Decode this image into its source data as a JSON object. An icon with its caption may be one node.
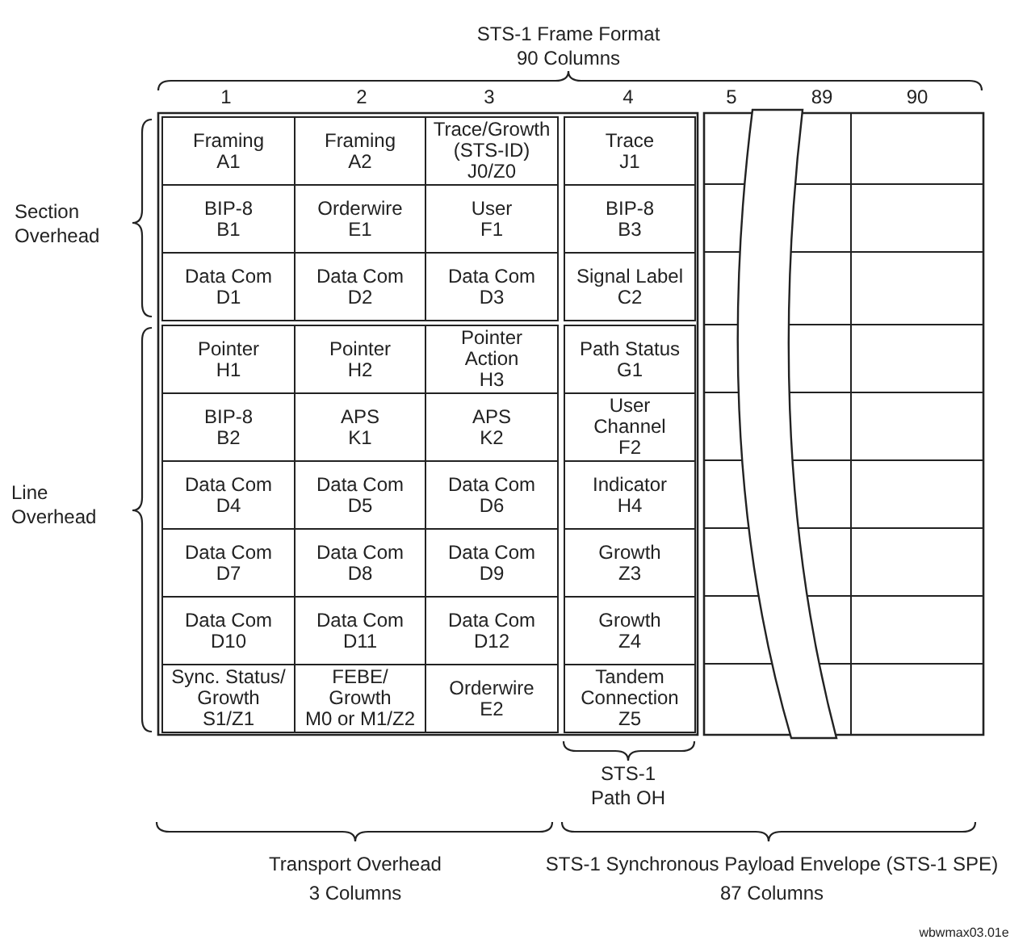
{
  "diagram": {
    "nodes": [
      {
        "text": [
          "Framing",
          "A1"
        ]
      },
      {
        "text": [
          "Framing",
          "A2"
        ]
      },
      {
        "text": [
          "Trace/Growth (STS-ID)",
          "J0/Z0"
        ]
      },
      {
        "text": [
          "Trace",
          "J1"
        ]
      },
      {
        "text": [
          "BIP-8",
          "B1"
        ]
      },
      {
        "text": [
          "Orderwire",
          "E1"
        ]
      },
      {
        "text": [
          "User",
          "F1"
        ]
      },
      {
        "text": [
          "BIP-8",
          "B3"
        ]
      },
      {
        "text": [
          "Data Com",
          "D1"
        ]
      },
      {
        "text": [
          "Data Com",
          "D2"
        ]
      },
      {
        "text": [
          "Data Com",
          "D3"
        ]
      },
      {
        "text": [
          "Signal Label",
          "C2"
        ]
      },
      {
        "text": [
          "Pointer",
          "H1"
        ]
      },
      {
        "text": [
          "Pointer",
          "H2"
        ]
      },
      {
        "text": [
          "Pointer Action",
          "H3"
        ]
      },
      {
        "text": [
          "Path Status",
          "G1"
        ]
      },
      {
        "text": [
          "BIP-8",
          "B2"
        ]
      },
      {
        "text": [
          "APS",
          "K1"
        ]
      },
      {
        "text": [
          "APS",
          "K2"
        ]
      },
      {
        "text": [
          "User Channel",
          "F2"
        ]
      },
      {
        "text": [
          "Data Com",
          "D4"
        ]
      },
      {
        "text": [
          "Data Com",
          "D5"
        ]
      },
      {
        "text": [
          "Data Com",
          "D6"
        ]
      },
      {
        "text": [
          "Indicator",
          "H4"
        ]
      },
      {
        "text": [
          "Data Com",
          "D7"
        ]
      },
      {
        "text": [
          "Data Com",
          "D8"
        ]
      },
      {
        "text": [
          "Data Com",
          "D9"
        ]
      },
      {
        "text": [
          "Growth",
          "Z3"
        ]
      },
      {
        "text": [
          "Data Com",
          "D10"
        ]
      },
      {
        "text": [
          "Data Com",
          "D11"
        ]
      },
      {
        "text": [
          "Data Com",
          "D12"
        ]
      },
      {
        "text": [
          "Growth",
          "Z4"
        ]
      },
      {
        "text": [
          "Sync. Status/ Growth",
          "S1/Z1"
        ]
      },
      {
        "text": [
          "FEBE/ Growth",
          "M0 or M1/Z2"
        ]
      },
      {
        "text": [
          "Orderwire",
          "E2"
        ]
      },
      {
        "text": [
          "Tandem Connection",
          "Z5"
        ]
      }
    ],
    "labels": [
      "STS-1 Frame Format",
      "90 Columns",
      "1",
      "2",
      "3",
      "4",
      "5",
      "89",
      "90",
      "Section Overhead",
      "Line Overhead",
      "STS-1 Path OH",
      "Transport Overhead",
      "3 Columns",
      "STS-1 Synchronous Payload Envelope (STS-1 SPE)",
      "87 Columns",
      "wbwmax03.01e"
    ]
  }
}
